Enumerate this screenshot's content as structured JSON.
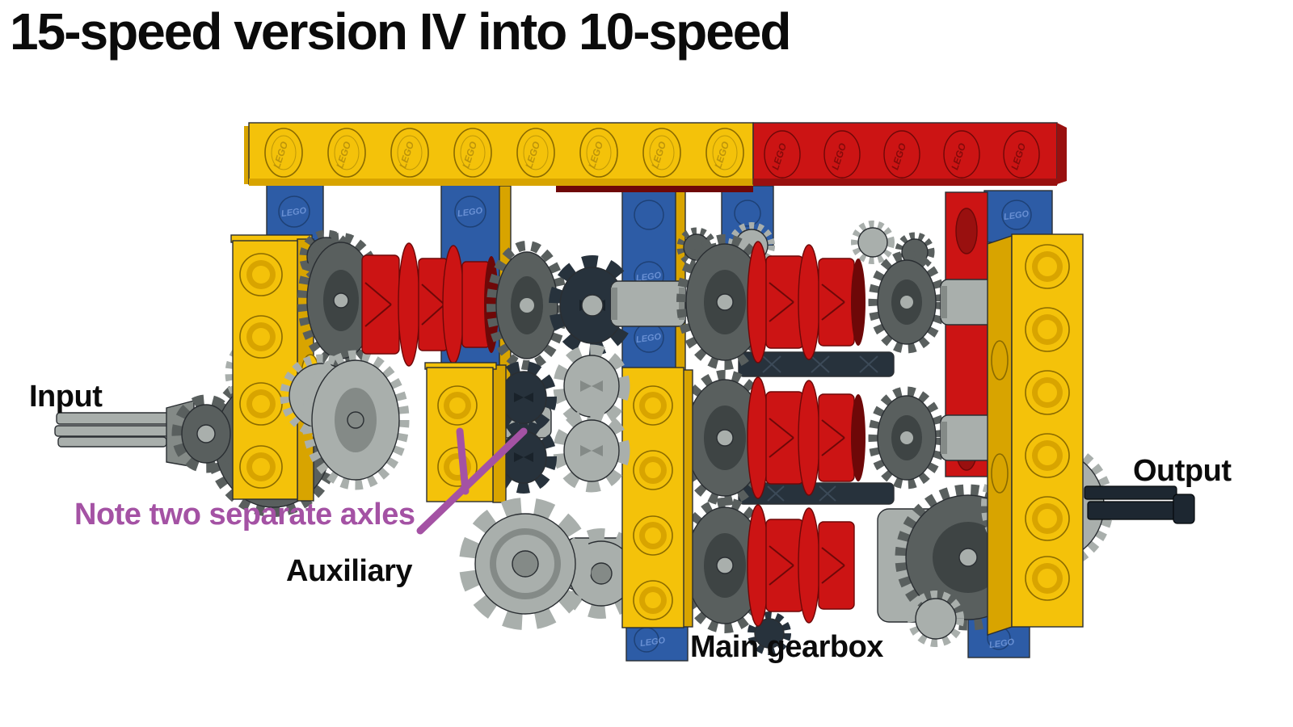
{
  "title": "15-speed version IV into 10-speed",
  "brand": "LEGO",
  "labels": {
    "input": "Input",
    "output": "Output",
    "note": "Note two separate axles",
    "auxiliary": "Auxiliary",
    "main_gearbox": "Main gearbox"
  },
  "figure": {
    "type": "lego-technic-gearbox-illustration",
    "annotated_parts": [
      "Input",
      "Auxiliary",
      "Main gearbox",
      "Output"
    ],
    "note_points_at": "two separate axles"
  },
  "colors": {
    "bg": "#FFFFFF",
    "label": "#0B0B0B",
    "purple": "#A452A4",
    "outline": "#2A2E32",
    "yellow": "#F4C20A",
    "yellow_shade": "#D8A400",
    "yellow_deep": "#8A6A00",
    "red": "#CC1414",
    "red_shade": "#99100F",
    "red_deep": "#6E0808",
    "blue": "#2D5CA6",
    "blue_shade": "#1E4176",
    "dark_gray": "#595F5E",
    "dark_gray_shade": "#3E4444",
    "light_gray": "#A9AFAC",
    "light_gray_shade": "#848A87",
    "navy": "#27323C",
    "navy_shade": "#19222A",
    "axle": "#1D2731"
  }
}
